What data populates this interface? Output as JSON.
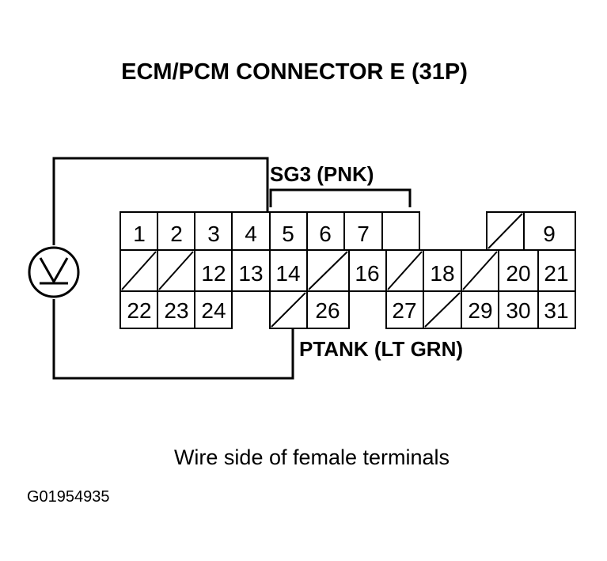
{
  "title": "ECM/PCM CONNECTOR E (31P)",
  "probe_top_label": "SG3 (PNK)",
  "probe_bottom_label": "PTANK (LT GRN)",
  "caption": "Wire side of female terminals",
  "figure_code": "G01954935",
  "meter_icon": "voltmeter-icon",
  "connector": {
    "row1": [
      "1",
      "2",
      "3",
      "4",
      "5",
      "6",
      "7",
      "",
      "9"
    ],
    "row2": [
      "",
      "",
      "12",
      "13",
      "14",
      "",
      "16",
      "",
      "18",
      "",
      "20",
      "21"
    ],
    "row3": [
      "22",
      "23",
      "24",
      "",
      "26",
      "27",
      "",
      "29",
      "30",
      "31"
    ]
  }
}
